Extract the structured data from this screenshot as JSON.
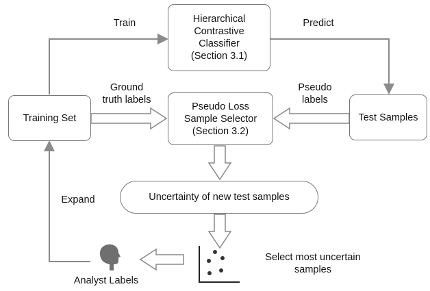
{
  "nodes": {
    "classifier": [
      "Hierarchical",
      "Contrastive",
      "Classifier",
      "(Section 3.1)"
    ],
    "training_set": "Training Set",
    "selector": [
      "Pseudo Loss",
      "Sample Selector",
      "(Section 3.2)"
    ],
    "test_samples": "Test Samples",
    "uncertainty": "Uncertainty of new test samples"
  },
  "edge_labels": {
    "train": "Train",
    "predict": "Predict",
    "ground_truth": [
      "Ground",
      "truth labels"
    ],
    "pseudo": [
      "Pseudo",
      "labels"
    ],
    "expand": "Expand",
    "analyst": "Analyst Labels",
    "select": [
      "Select most uncertain",
      "samples"
    ]
  },
  "colors": {
    "line": "#8a8a8a",
    "border": "#777777",
    "icon": "#6f6f6f"
  }
}
